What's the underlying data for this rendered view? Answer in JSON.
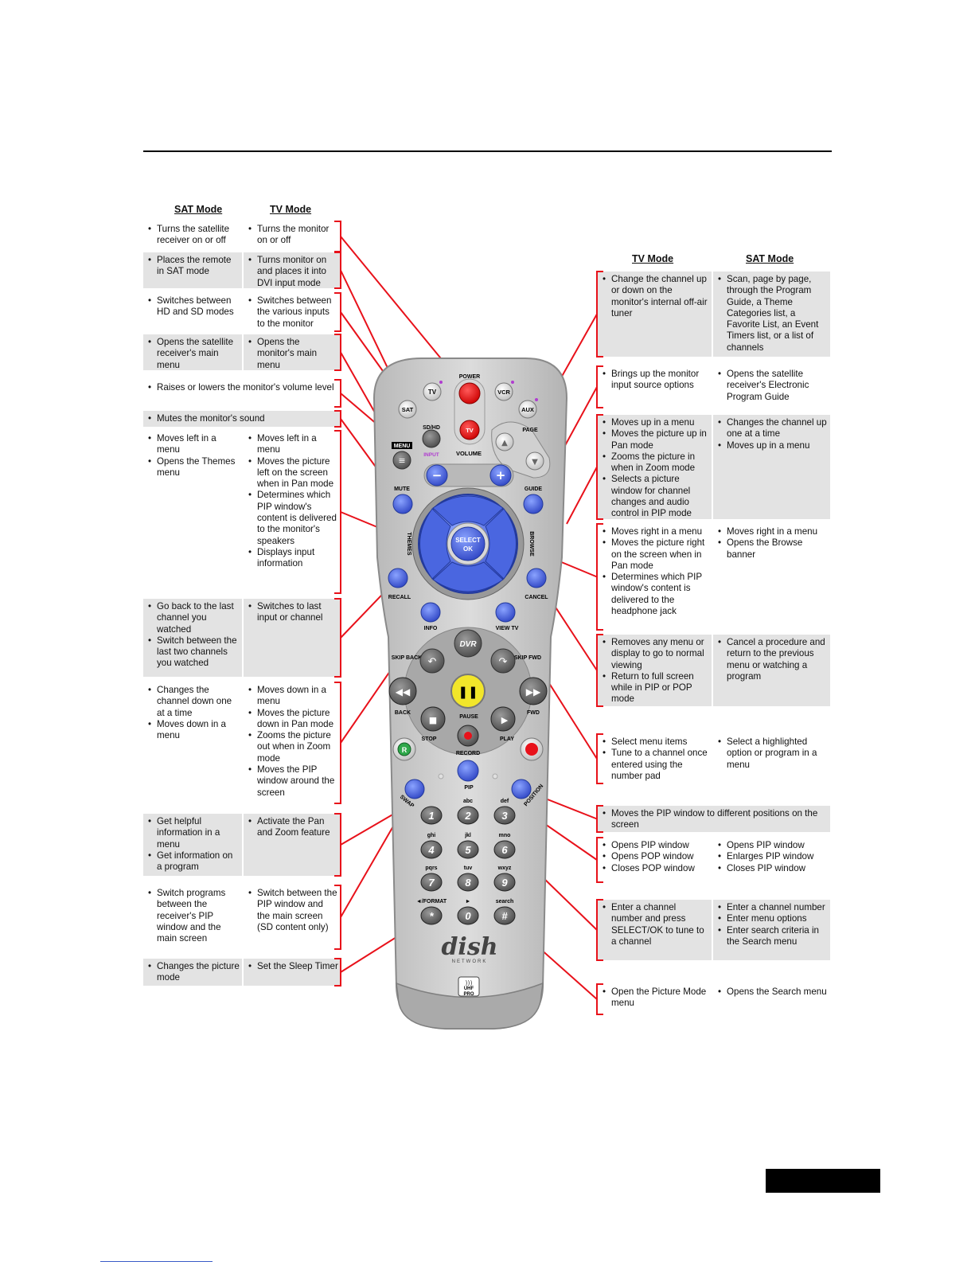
{
  "headers": {
    "left_sat": "SAT Mode",
    "left_tv": "TV Mode",
    "right_tv": "TV Mode",
    "right_sat": "SAT Mode"
  },
  "left_rows": [
    {
      "sat": [
        "Turns the satellite receiver on or off"
      ],
      "tv": [
        "Turns the monitor on or off"
      ]
    },
    {
      "sat": [
        "Places the remote in SAT mode"
      ],
      "tv": [
        "Turns monitor on and places it into DVI input mode"
      ]
    },
    {
      "sat": [
        "Switches between HD and SD modes"
      ],
      "tv": [
        "Switches between the various inputs to the monitor"
      ]
    },
    {
      "sat": [
        "Opens the satellite receiver's main menu"
      ],
      "tv": [
        "Opens the monitor's main menu"
      ]
    },
    {
      "full": [
        "Raises or lowers the monitor's volume level"
      ]
    },
    {
      "full": [
        "Mutes the monitor's sound"
      ]
    },
    {
      "sat": [
        "Moves left in a menu",
        "Opens the Themes menu"
      ],
      "tv": [
        "Moves left in a menu",
        "Moves the picture left on the screen when in Pan mode",
        "Determines which PIP window's content is delivered to the monitor's speakers",
        "Displays input information"
      ]
    },
    {
      "sat": [
        "Go back to the last channel you watched",
        "Switch between the last two channels you watched"
      ],
      "tv": [
        "Switches to last input or channel"
      ]
    },
    {
      "sat": [
        "Changes the channel down one at a time",
        "Moves down in a menu"
      ],
      "tv": [
        "Moves down in a menu",
        "Moves the picture down in Pan mode",
        "Zooms the picture out when in Zoom mode",
        "Moves the PIP window around the screen"
      ]
    },
    {
      "sat": [
        "Get helpful information in a menu",
        "Get information on a program"
      ],
      "tv": [
        "Activate the Pan and Zoom feature"
      ]
    },
    {
      "sat": [
        "Switch programs between the receiver's PIP window and the main screen"
      ],
      "tv": [
        "Switch between the PIP window and the main screen (SD content only)"
      ]
    },
    {
      "sat": [
        "Changes the picture mode"
      ],
      "tv": [
        "Set the Sleep Timer"
      ]
    }
  ],
  "right_rows": [
    {
      "tv": [
        "Change the channel up or down on the monitor's internal off-air tuner"
      ],
      "sat": [
        "Scan, page by page, through the Program Guide, a Theme Categories list, a Favorite List, an Event Timers list, or a list of channels"
      ]
    },
    {
      "tv": [
        "Brings up the monitor input source options"
      ],
      "sat": [
        "Opens the satellite receiver's Electronic Program Guide"
      ]
    },
    {
      "tv": [
        "Moves up in a menu",
        "Moves the picture up in Pan mode",
        "Zooms the picture in when in Zoom mode",
        "Selects a picture window for channel changes and audio control in PIP mode"
      ],
      "sat": [
        "Changes the channel up one at a time",
        "Moves up in a menu"
      ]
    },
    {
      "tv": [
        "Moves right in a menu",
        "Moves the picture right on the screen when in Pan mode",
        "Determines which PIP window's content is delivered to the headphone jack"
      ],
      "sat": [
        "Moves right in a menu",
        "Opens the Browse banner"
      ]
    },
    {
      "tv": [
        "Removes any menu or display to go to normal viewing",
        "Return to full screen while in PIP or POP mode"
      ],
      "sat": [
        "Cancel a procedure and return to the previous menu or watching a program"
      ]
    },
    {
      "tv": [
        "Select menu items",
        "Tune to a channel once entered using the number pad"
      ],
      "sat": [
        "Select a highlighted option or program in a menu"
      ]
    },
    {
      "full": [
        "Moves the PIP window to different positions on the screen"
      ]
    },
    {
      "tv": [
        "Opens PIP window",
        "Opens POP window",
        "Closes POP window"
      ],
      "sat": [
        "Opens PIP window",
        "Enlarges PIP window",
        "Closes PIP window"
      ]
    },
    {
      "tv": [
        "Enter a channel number and press SELECT/OK to tune to a channel"
      ],
      "sat": [
        "Enter a channel number",
        "Enter menu options",
        "Enter search criteria in the Search menu"
      ]
    },
    {
      "tv": [
        "Open the Picture Mode menu"
      ],
      "sat": [
        "Opens the Search menu"
      ]
    }
  ],
  "remote": {
    "power": "POWER",
    "tv_top": "TV",
    "vcr": "VCR",
    "sat": "SAT",
    "aux": "AUX",
    "tv_btn": "TV",
    "sdhd": "SD/HD",
    "input": "INPUT",
    "page": "PAGE",
    "menu": "MENU",
    "volume": "VOLUME",
    "mute": "MUTE",
    "guide": "GUIDE",
    "themes": "THEMES",
    "browse": "BROWSE",
    "select": "SELECT",
    "ok": "OK",
    "recall": "RECALL",
    "cancel": "CANCEL",
    "info": "INFO",
    "viewtv": "VIEW TV",
    "dvr": "DVR",
    "skipback": "SKIP BACK",
    "skipfwd": "SKIP FWD",
    "back": "BACK",
    "fwd": "FWD",
    "pause": "PAUSE",
    "stop": "STOP",
    "play": "PLAY",
    "record": "RECORD",
    "r": "R",
    "pip": "PIP",
    "swap": "SWAP",
    "position": "POSITION",
    "keys": [
      "1",
      "2",
      "3",
      "4",
      "5",
      "6",
      "7",
      "8",
      "9",
      "*",
      "0",
      "#"
    ],
    "keylabels": [
      "",
      "abc",
      "def",
      "ghi",
      "jkl",
      "mno",
      "pqrs",
      "tuv",
      "wxyz",
      "◄/FORMAT",
      "►",
      "search"
    ],
    "brand": "dish",
    "brand_sub": "NETWORK",
    "uhf": "UHF",
    "pro": "PRO"
  },
  "colors": {
    "accent_red": "#e8111a",
    "button_blue": "#3c5cd8",
    "cell_gray": "#e3e3e3",
    "remote_silver": "#c8c8c8"
  }
}
